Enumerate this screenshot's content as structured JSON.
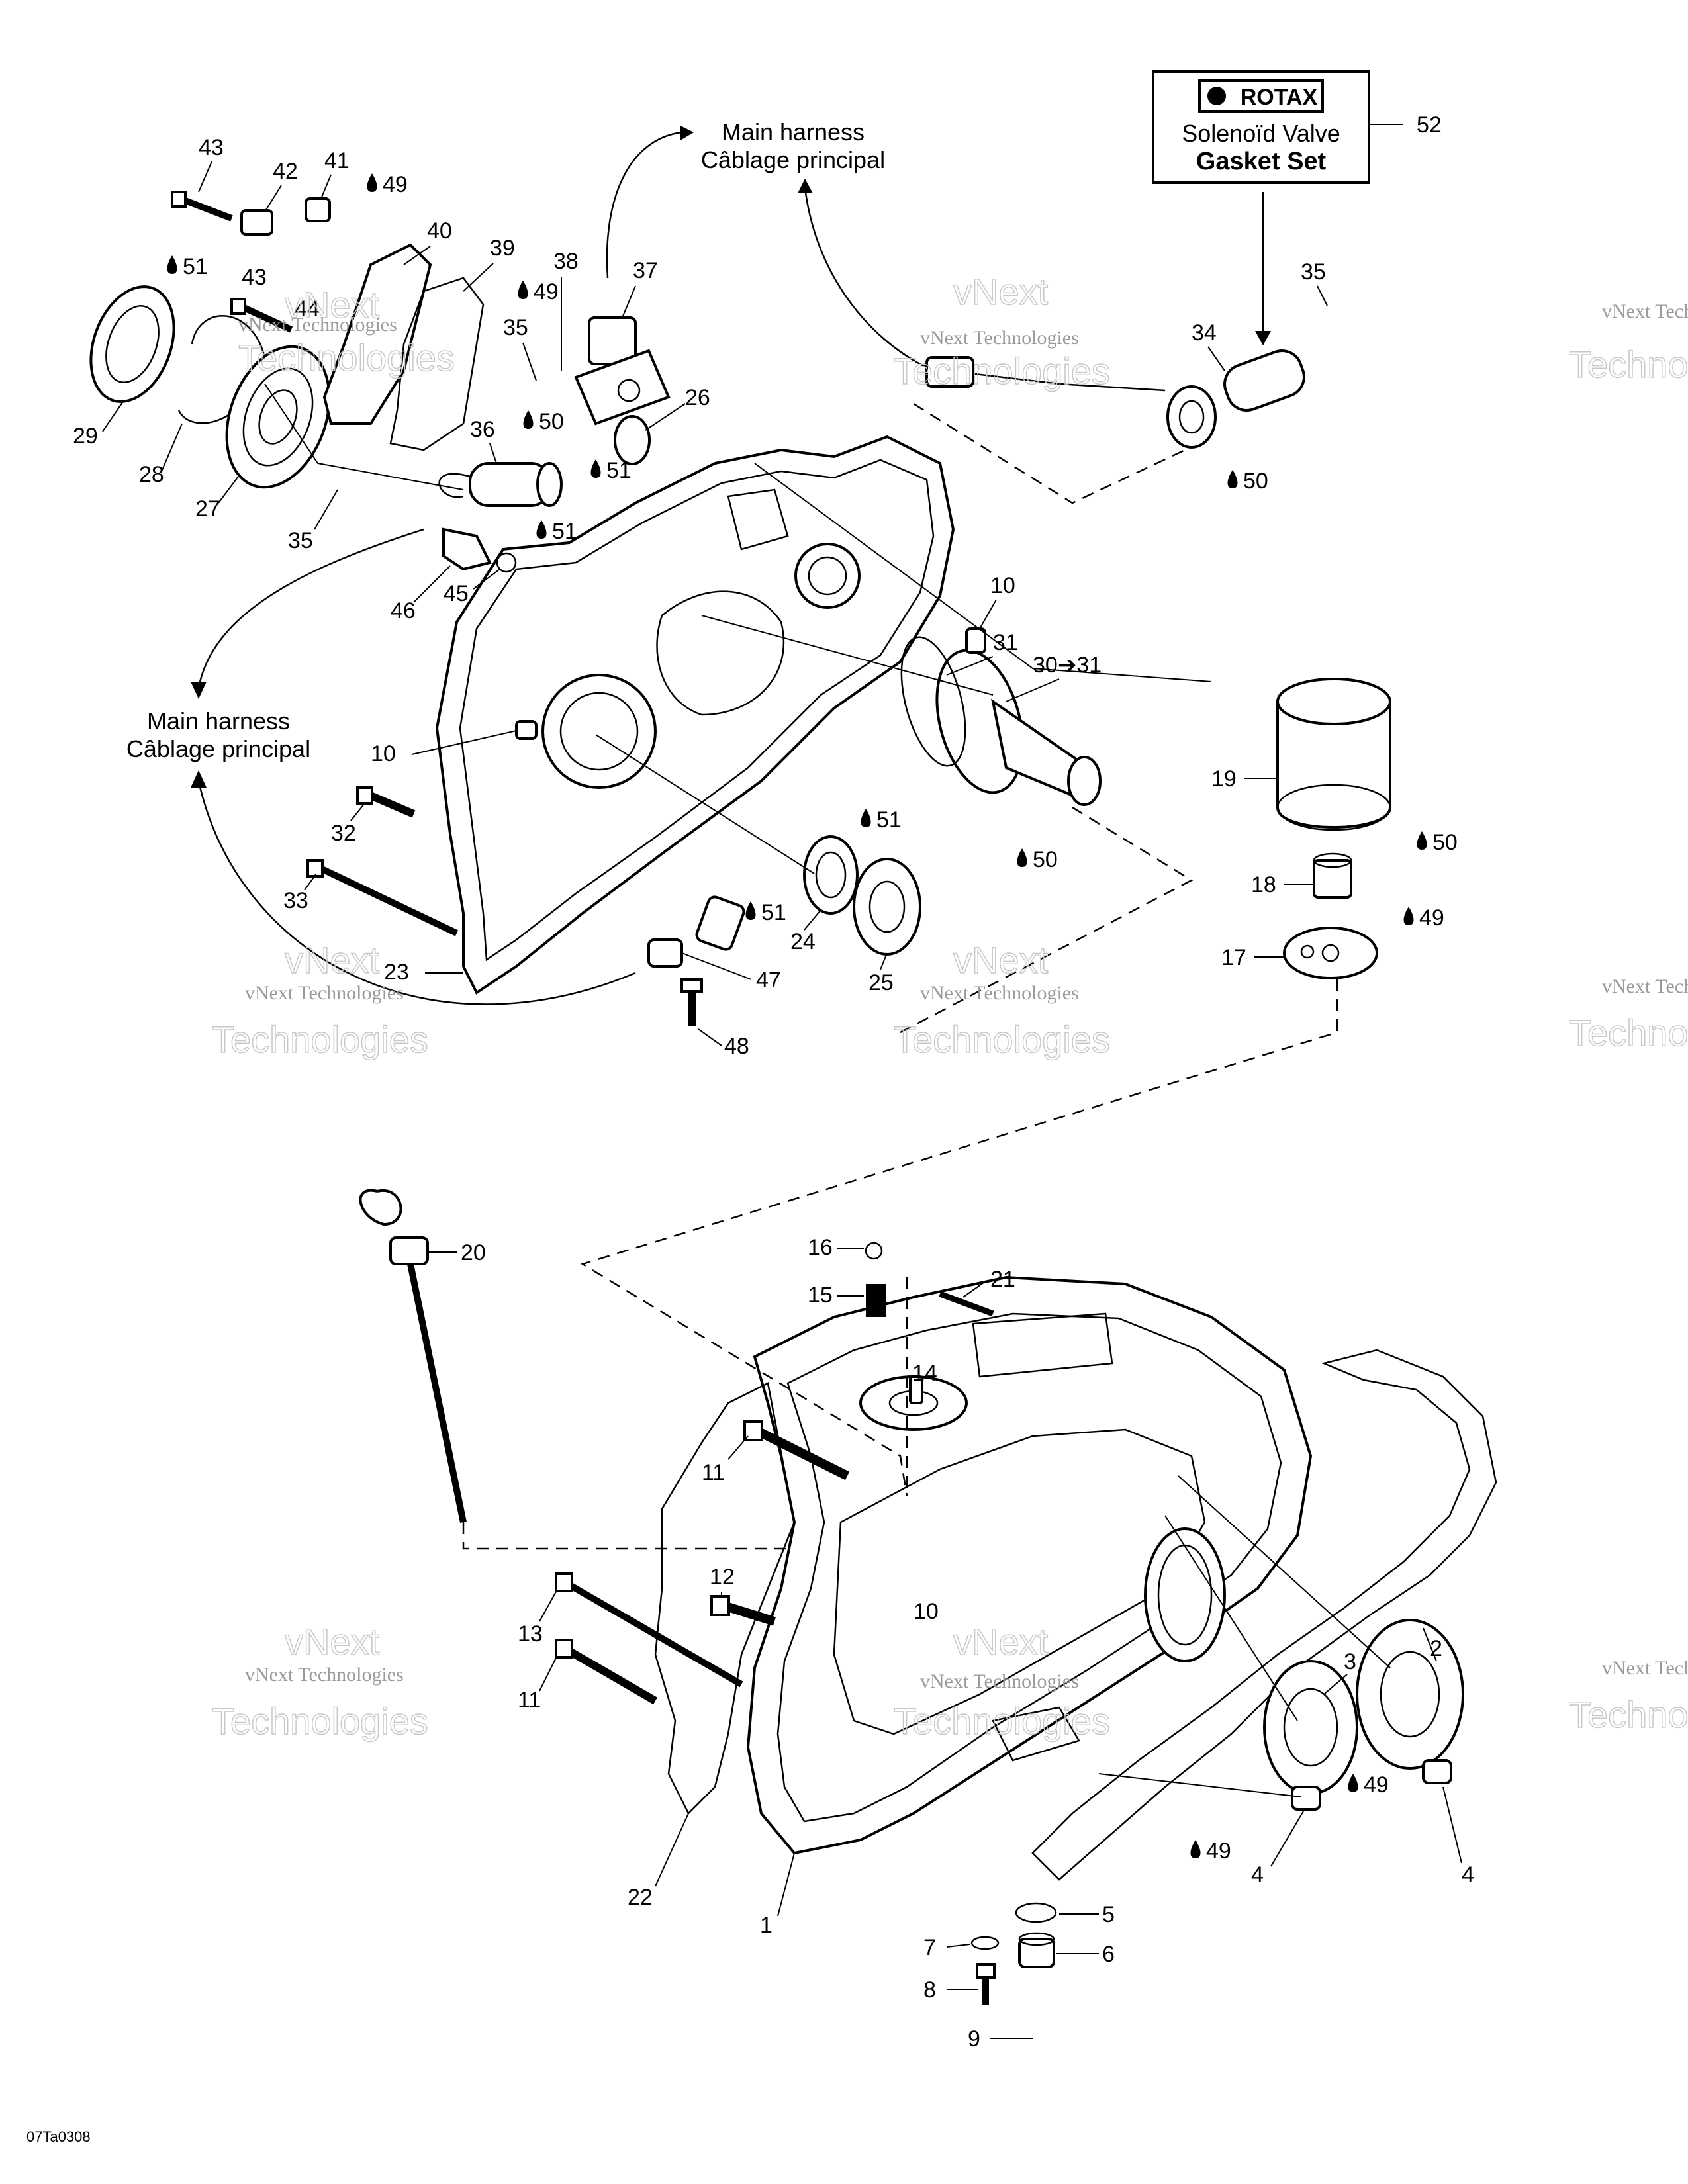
{
  "diagram_code": "07Ta0308",
  "rotax_box": {
    "brand": "ROTAX",
    "line1": "Solenoïd Valve",
    "line2": "Gasket Set"
  },
  "harness_labels": {
    "top_en": "Main harness",
    "top_fr": "Câblage principal",
    "left_en": "Main harness",
    "left_fr": "Câblage principal"
  },
  "watermarks": {
    "company": "vNext Technologies",
    "big": "Technologies",
    "big_top": "vNext"
  },
  "callouts": {
    "c1": "1",
    "c2": "2",
    "c3": "3",
    "c4a": "4",
    "c4b": "4",
    "c5": "5",
    "c6": "6",
    "c7": "7",
    "c8": "8",
    "c9": "9",
    "c10a": "10",
    "c10b": "10",
    "c10c": "10",
    "c11a": "11",
    "c11b": "11",
    "c12": "12",
    "c13": "13",
    "c14": "14",
    "c15": "15",
    "c16": "16",
    "c17": "17",
    "c18": "18",
    "c19": "19",
    "c20": "20",
    "c21": "21",
    "c22": "22",
    "c23": "23",
    "c24": "24",
    "c25": "25",
    "c26": "26",
    "c27": "27",
    "c28": "28",
    "c29": "29",
    "c30": "30➔31",
    "c31": "31",
    "c32": "32",
    "c33": "33",
    "c34": "34",
    "c35a": "35",
    "c35b": "35",
    "c35c": "35",
    "c36": "36",
    "c37": "37",
    "c38": "38",
    "c39": "39",
    "c40": "40",
    "c41": "41",
    "c42": "42",
    "c43a": "43",
    "c43b": "43",
    "c44": "44",
    "c45": "45",
    "c46": "46",
    "c47": "47",
    "c48": "48",
    "c52": "52"
  },
  "lube_callouts": {
    "l49a": "49",
    "l49b": "49",
    "l49c": "49",
    "l49d": "49",
    "l49e": "49",
    "l50a": "50",
    "l50b": "50",
    "l50c": "50",
    "l50d": "50",
    "l51a": "51",
    "l51b": "51",
    "l51c": "51",
    "l51d": "51",
    "l51e": "51"
  }
}
